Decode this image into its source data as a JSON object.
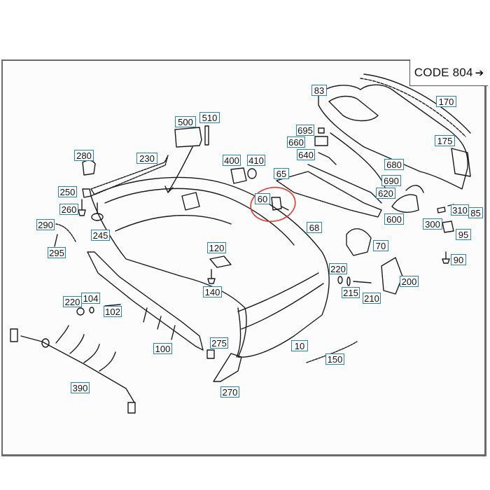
{
  "code_label": "CODE 804",
  "code_arrow_icon": "arrow-right-icon",
  "colors": {
    "label_border": "#2a86b0",
    "highlight_circle": "#e03a2f",
    "line_art": "#1a1a1a",
    "frame": "#6a6a6a"
  },
  "highlighted_part": "60",
  "parts": {
    "p10": "10",
    "p60": "60",
    "p65": "65",
    "p68": "68",
    "p70": "70",
    "p83": "83",
    "p85": "85",
    "p90": "90",
    "p95": "95",
    "p100": "100",
    "p102": "102",
    "p104": "104",
    "p120": "120",
    "p140": "140",
    "p150": "150",
    "p170": "170",
    "p175": "175",
    "p200": "200",
    "p210": "210",
    "p215": "215",
    "p220a": "220",
    "p220b": "220",
    "p230": "230",
    "p245": "245",
    "p250": "250",
    "p260": "260",
    "p270": "270",
    "p275": "275",
    "p280": "280",
    "p290": "290",
    "p295": "295",
    "p300": "300",
    "p310": "310",
    "p390": "390",
    "p400": "400",
    "p410": "410",
    "p500": "500",
    "p510": "510",
    "p600": "600",
    "p620": "620",
    "p640": "640",
    "p660": "660",
    "p680": "680",
    "p690": "690",
    "p695": "695"
  }
}
